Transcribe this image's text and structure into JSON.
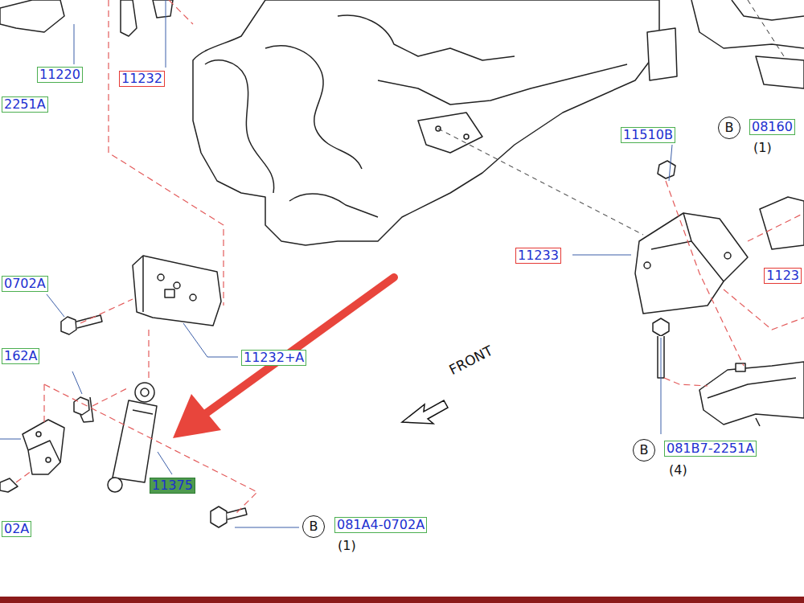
{
  "diagram": {
    "labels": [
      "11220",
      "11232",
      "2251A",
      "11510B",
      "B",
      "08160",
      "(1)",
      "11233",
      "1123",
      "0702A",
      "11232+A",
      "162A",
      "FRONT",
      "11375",
      "B",
      "081B7-2251A",
      "(4)",
      "02A",
      "B",
      "081A4-0702A",
      "(1)"
    ]
  }
}
